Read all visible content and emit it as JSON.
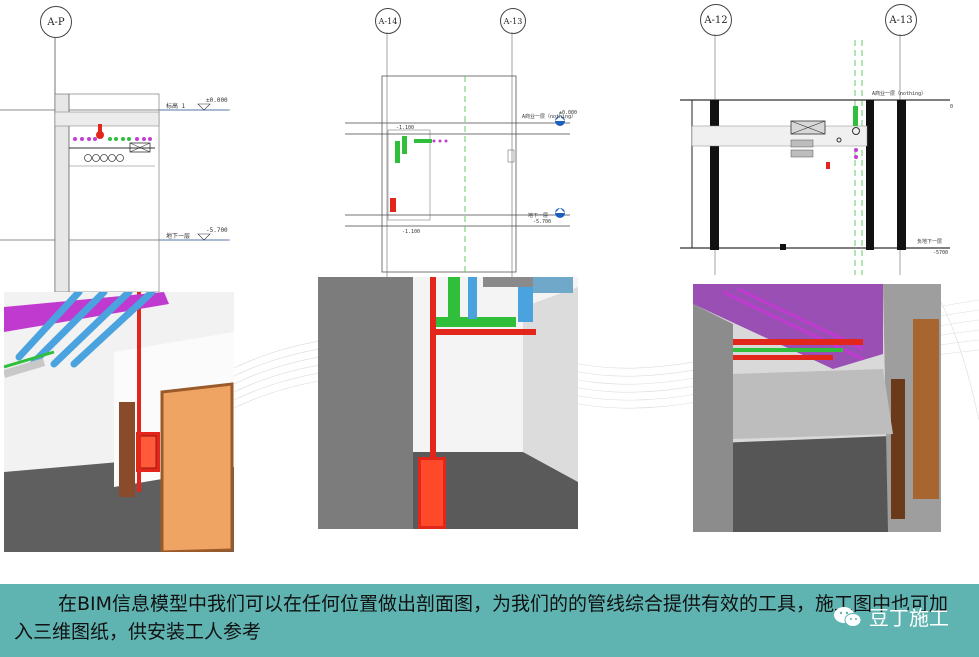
{
  "drawings": {
    "left": {
      "grid_label": "A-P",
      "levels": [
        {
          "name": "标高 1",
          "value": "±0.000"
        },
        {
          "name": "地下一层",
          "value": "-5.700"
        }
      ]
    },
    "middle": {
      "grid_labels": [
        "A-14",
        "A-13"
      ],
      "levels": [
        {
          "name": "A商业一层（nothing）",
          "value": "±0.000"
        },
        {
          "name": "地下一层",
          "value": "-5.700"
        }
      ],
      "dims": [
        "-1.100",
        "-1.100"
      ]
    },
    "right": {
      "grid_labels": [
        "A-12",
        "A-13"
      ],
      "levels": [
        {
          "name": "A商业一层（nothing）",
          "value": "0"
        },
        {
          "name": "负地下一层",
          "value": "-5700"
        }
      ]
    }
  },
  "caption": {
    "text": "在BIM信息模型中我们可以在任何位置做出剖面图，为我们的的管线综合提供有效的工具，施工图中也可加入三维图纸，供安装工人参考"
  },
  "watermark": {
    "text": "豆丁施工",
    "icon": "wechat-icon"
  },
  "colors": {
    "caption_bg": "#5fb4b2",
    "pipe_blue": "#4aa3df",
    "pipe_magenta": "#c03ad0",
    "pipe_red": "#e3261b",
    "pipe_green": "#2fbf3a"
  }
}
